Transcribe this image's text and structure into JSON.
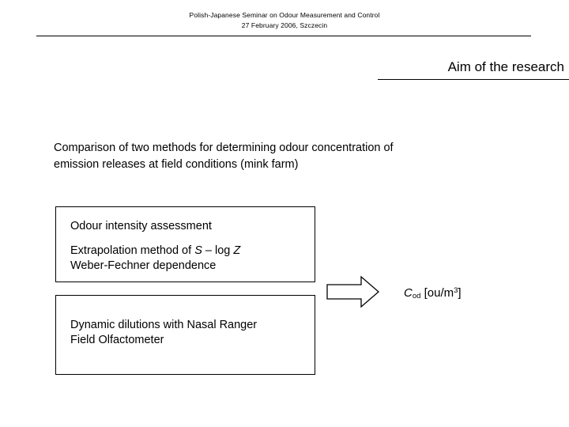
{
  "header": {
    "line1": "Polish-Japanese Seminar on Odour Measurement and Control",
    "line2": "27 February 2006, Szczecin"
  },
  "title": {
    "text": "Aim of the research"
  },
  "lead": {
    "line1": "Comparison of two methods for determining odour concentration of",
    "line2": "emission releases at field conditions (mink farm)"
  },
  "boxes": [
    {
      "name": "odour-intensity-assessment",
      "line1": "Odour intensity assessment",
      "line2_prefix": "Extrapolation method of ",
      "line2_symbol_1": "S",
      "line2_middle": " – log ",
      "line2_symbol_2": "Z",
      "line3": "Weber-Fechner dependence"
    },
    {
      "name": "dynamic-dilutions",
      "line1": "Dynamic dilutions with Nasal Ranger",
      "line2": "Field Olfactometer"
    }
  ],
  "arrow": {
    "icon": "right-block-arrow-icon",
    "fill": "#ffffff",
    "stroke": "#000000"
  },
  "formula": {
    "symbol": "C",
    "subscript": "od",
    "unit_open": " [ou/m",
    "superscript": "3",
    "unit_close": "]"
  },
  "colors": {
    "background": "#ffffff",
    "text": "#000000",
    "rule": "#000000"
  }
}
